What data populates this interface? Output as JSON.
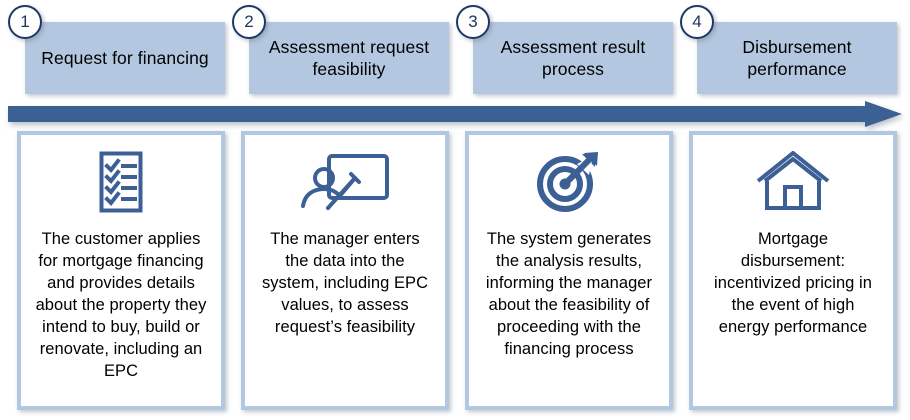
{
  "diagram": {
    "type": "4-step-process-flow",
    "title_visible": false,
    "colors": {
      "header_band": "#b4c7e0",
      "card_border": "#b4c7e0",
      "card_fill": "#ffffff",
      "arrow": "#3c5f94",
      "badge_border": "#1f3864",
      "badge_fill": "#ffffff",
      "icon": "#3c6096",
      "text": "#000000"
    },
    "arrow": {
      "name": "process-direction-arrow",
      "direction": "left-to-right"
    },
    "steps": [
      {
        "number": "1",
        "header": "Request for financing",
        "icon": "checklist-icon",
        "body": "The customer applies for mortgage financing and provides details about the property they intend to buy, build or renovate, including an EPC"
      },
      {
        "number": "2",
        "header": "Assessment request feasibility",
        "icon": "presenter-whiteboard-icon",
        "body": "The manager enters the data into the system, including EPC values, to assess request’s feasibility"
      },
      {
        "number": "3",
        "header": "Assessment result process",
        "icon": "target-arrow-icon",
        "body": "The system generates the analysis results, informing the manager about the feasibility of proceeding with the financing process"
      },
      {
        "number": "4",
        "header": "Disbursement performance",
        "icon": "house-icon",
        "body": "Mortgage disbursement: incentivized pricing in the event of high energy performance"
      }
    ]
  }
}
